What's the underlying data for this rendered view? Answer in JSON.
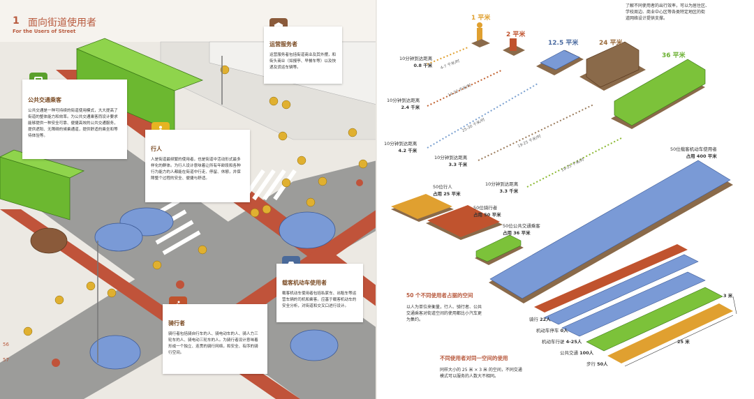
{
  "header": {
    "number": "1",
    "title": "面向街道使用者",
    "subtitle": "For the Users of Street"
  },
  "page_numbers": {
    "left_top": "56",
    "left_bottom": "57"
  },
  "cards": {
    "transit": {
      "title": "公共交通乘客",
      "text": "公共交通是一种可持续的街道使用模式，大大提高了街道的整体能力和效率。为公共交通乘客而设计要求能够提供一种安全可靠、便捷高效的公共交通服务，提供遮阳、无障碍的候乘通道，提供舒适的乘坐和等待体验等。",
      "color": "#5aa02c"
    },
    "pedestrian": {
      "title": "行人",
      "text": "人是街道最频繁的使用者，也是街道中活动形式最多样化的群体。为行人设计意味着让所有年龄段和各种行为能力的人都能在街道中行走、停留、休憩，并保障整个过程的安全、便捷与舒适。",
      "color": "#e6b422"
    },
    "operator": {
      "title": "运营服务者",
      "text": "运营服务者包括街道商业及其外摆，和街头商业（如报亭、早餐车等）以及快递及货运车辆等。",
      "color": "#8a5a3a"
    },
    "cyclist": {
      "title": "骑行者",
      "text": "骑行者包括骑自行车的人、骑电动车的人、骑人力三轮车的人、骑电动三轮车的人。为骑行者设计意味着形成一个独立、连贯的骑行网络，和安全、有序的骑行空间。",
      "color": "#c0532e"
    },
    "motorist": {
      "title": "载客机动车使用者",
      "text": "载客机动车使用者包括私家车、出租车等运营车辆的司机和乘客。应基于载客机动车的安全分析，对街道和交叉口进行设计。",
      "color": "#4a6a9a"
    }
  },
  "right": {
    "intro": [
      "了解不同使用者的出行效率，可以为居住区、",
      "学校周边、商业中心区等各类特定地区的街",
      "道网络设计提供支撑。"
    ],
    "areas": {
      "pedestrian": "1 平米",
      "cyclist": "2 平米",
      "car": "12.5 平米",
      "truck": "24 平米",
      "bus": "36 平米"
    },
    "reach": [
      {
        "label": "10分钟到达距离",
        "value": "0.8 千米",
        "speed": "4-7 千米/时",
        "color": "#e0a030"
      },
      {
        "label": "10分钟到达距离",
        "value": "2.4 千米",
        "speed": "14-20 千米/时",
        "color": "#c0602e"
      },
      {
        "label": "10分钟到达距离",
        "value": "4.2 千米",
        "speed": "25-30 千米/时",
        "color": "#7aa0d0"
      },
      {
        "label": "10分钟到达距离",
        "value": "3.3 千米",
        "speed": "19-25 千米/时",
        "color": "#9a7a5a"
      },
      {
        "label": "10分钟到达距离",
        "value": "3.3 千米",
        "speed": "19-25 千米/时",
        "color": "#8ab830"
      }
    ],
    "space": {
      "pedestrians": {
        "label": "50位行人",
        "area": "占用  25 平米"
      },
      "cyclists": {
        "label": "50位骑行者",
        "area": "占用  50 平米"
      },
      "transit": {
        "label": "50位公共交通乘客",
        "area": "占用  36 平米"
      },
      "motorists": {
        "label": "50位载客机动车使用者",
        "area": "占用  400 平米"
      }
    },
    "space_heading": "50 个不同使用者占据的空间",
    "space_text": [
      "以人为单位来衡量，行人、骑行者、公共",
      "交通乘客对街道空间的使用都比小汽车更",
      "为集约。"
    ],
    "same_heading": "不同使用者对同一空间的使用",
    "same_text": [
      "同样大小的 25 米 × 3 米 的空间，不同交通",
      "模式可以服务的人数大不相同。"
    ],
    "capacity": [
      {
        "label": "骑行",
        "value": "22人"
      },
      {
        "label": "机动车停车",
        "value": "0人"
      },
      {
        "label": "机动车行驶",
        "value": "4-25人"
      },
      {
        "label": "公共交通",
        "value": "100人"
      },
      {
        "label": "步行",
        "value": "50人"
      }
    ],
    "dims": {
      "width": "3 米",
      "length": "25 米"
    }
  },
  "colors": {
    "brand": "#b85a3e",
    "road": "#9a9a98",
    "bike_lane": "#c0533a",
    "bus": "#7cc23a",
    "car": "#7a9ad6",
    "ped": "#e0b030"
  }
}
